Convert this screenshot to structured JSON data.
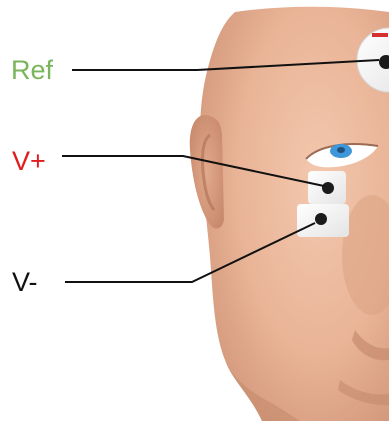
{
  "labels": {
    "ref": "Ref",
    "v_plus": "V+",
    "v_minus": "V-"
  },
  "colors": {
    "ref": "#79b55a",
    "v_plus": "#e11c1c",
    "v_minus": "#111111",
    "skin": "#e9b497",
    "electrode_pad": "#f2f2f2",
    "electrode_dot": "#1b1b1b",
    "iris": "#3d97d8"
  },
  "icons": [
    "head-illustration",
    "ear",
    "eye",
    "electrode-ref",
    "electrode-v-plus",
    "electrode-v-minus"
  ]
}
